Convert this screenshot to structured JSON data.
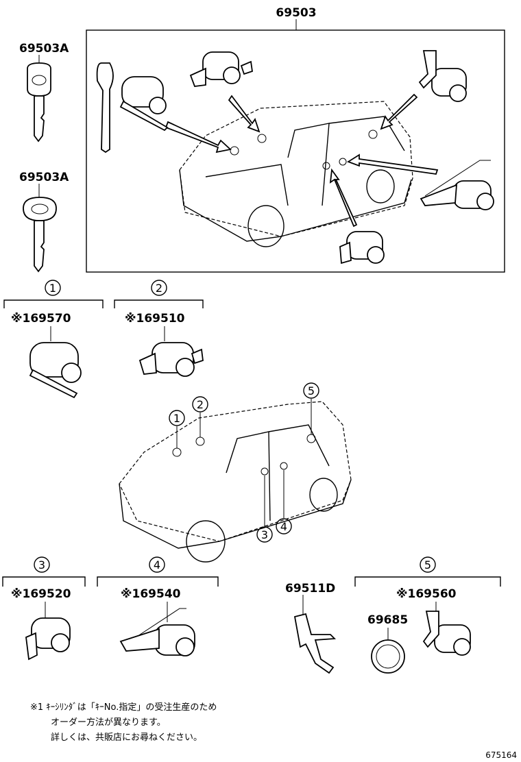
{
  "parts": {
    "main_set": "69503",
    "key_1": "69503A",
    "key_2": "69503A",
    "p1": "※169570",
    "p2": "※169510",
    "p3": "※169520",
    "p4": "※169540",
    "p5": "※169560",
    "retainer": "69511D",
    "seal": "69685"
  },
  "markers": {
    "c1": "1",
    "c2": "2",
    "c3": "3",
    "c4": "4",
    "c5": "5"
  },
  "note": {
    "line1": "※1 ｷｰｼﾘﾝﾀﾞは「ｷｰNo.指定」の受注生産のため",
    "line2": "オーダー方法が異なります。",
    "line3": "詳しくは、共販店にお尋ねください。"
  },
  "figure_id": "675164"
}
